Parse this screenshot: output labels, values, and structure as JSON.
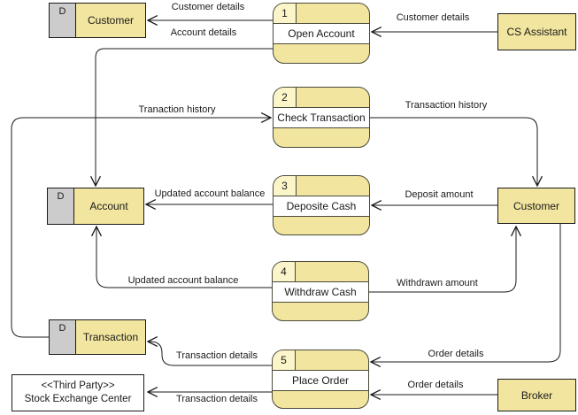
{
  "diagram": {
    "type": "data-flow-diagram",
    "colors": {
      "node_fill": "#f2e59f",
      "badge_fill": "#fbf5c9",
      "store_tab_fill": "#cccccc",
      "process_border": "#4a4a3c",
      "line": "#1a1a1a",
      "background": "#ffffff"
    },
    "stores": {
      "customer": {
        "prefix": "D",
        "label": "Customer"
      },
      "account": {
        "prefix": "D",
        "label": "Account"
      },
      "transaction": {
        "prefix": "D",
        "label": "Transaction"
      }
    },
    "processes": {
      "open_account": {
        "number": "1",
        "label": "Open Account"
      },
      "check_transaction": {
        "number": "2",
        "label": "Check Transaction"
      },
      "deposite_cash": {
        "number": "3",
        "label": "Deposite Cash"
      },
      "withdraw_cash": {
        "number": "4",
        "label": "Withdraw Cash"
      },
      "place_order": {
        "number": "5",
        "label": "Place Order"
      }
    },
    "externals": {
      "cs_assistant": {
        "label": "CS Assistant"
      },
      "customer": {
        "label": "Customer"
      },
      "broker": {
        "label": "Broker"
      },
      "stock_exchange": {
        "line1": "<<Third Party>>",
        "line2": "Stock Exchange Center"
      }
    },
    "flows": {
      "open_account_to_customer_store": "Customer details",
      "cs_assistant_to_open_account": "Customer details",
      "open_account_to_account_store": "Account details",
      "transaction_store_to_check_transaction": "Tranaction history",
      "check_transaction_to_customer": "Transaction history",
      "deposite_cash_to_account_store": "Updated account balance",
      "customer_to_deposite_cash": "Deposit amount",
      "withdraw_cash_to_account_store": "Updated account balance",
      "withdraw_cash_to_customer": "Withdrawn amount",
      "customer_to_place_order": "Order details",
      "broker_to_place_order": "Order details",
      "place_order_to_transaction_store": "Transaction details",
      "place_order_to_stock_exchange": "Transaction details"
    }
  }
}
